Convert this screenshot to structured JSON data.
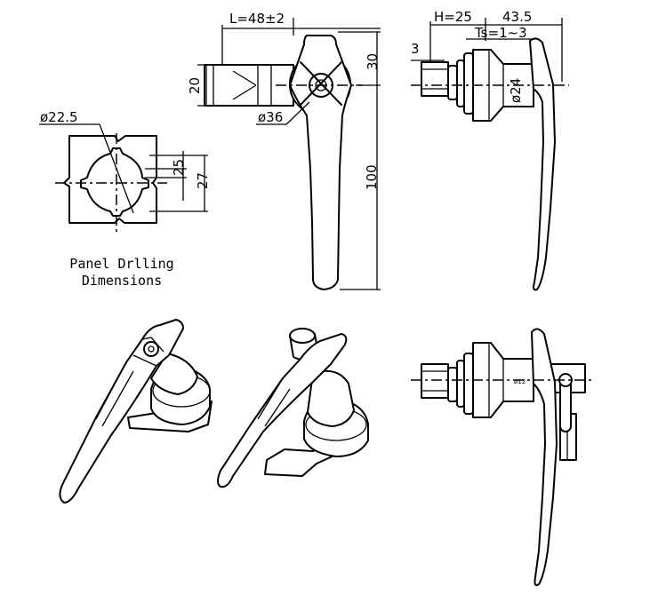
{
  "caption": {
    "line1": "Panel Drlling",
    "line2": "Dimensions"
  },
  "drilling": {
    "diameter": "ø22.5",
    "dim_inner": "25",
    "dim_outer": "27"
  },
  "front_view": {
    "width": "L=48±2",
    "height_top": "30",
    "height_cyl": "20",
    "length": "100",
    "boss_dia": "ø36"
  },
  "side_view": {
    "h": "H=25",
    "total": "43.5",
    "ts": "Ts=1~3",
    "three": "3",
    "body_dia": "ø24"
  },
  "side_view2": {
    "small": "ø12"
  }
}
